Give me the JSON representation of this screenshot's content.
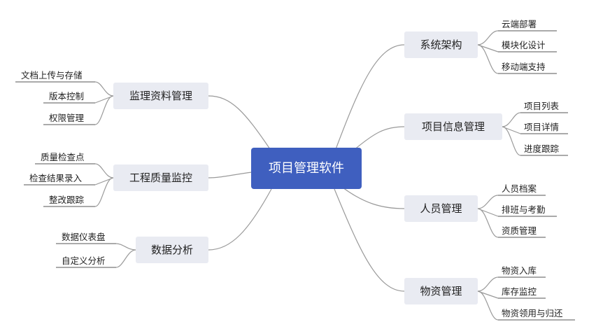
{
  "root": {
    "label": "项目管理软件"
  },
  "branches": {
    "b1": {
      "label": "系统架构",
      "children": [
        "云端部署",
        "模块化设计",
        "移动端支持"
      ]
    },
    "b2": {
      "label": "项目信息管理",
      "children": [
        "项目列表",
        "项目详情",
        "进度跟踪"
      ]
    },
    "b3": {
      "label": "人员管理",
      "children": [
        "人员档案",
        "排班与考勤",
        "资质管理"
      ]
    },
    "b4": {
      "label": "物资管理",
      "children": [
        "物资入库",
        "库存监控",
        "物资领用与归还"
      ]
    },
    "b5": {
      "label": "监理资料管理",
      "children": [
        "文档上传与存储",
        "版本控制",
        "权限管理"
      ]
    },
    "b6": {
      "label": "工程质量监控",
      "children": [
        "质量检查点",
        "检查结果录入",
        "整改跟踪"
      ]
    },
    "b7": {
      "label": "数据分析",
      "children": [
        "数据仪表盘",
        "自定义分析"
      ]
    }
  },
  "colors": {
    "root_fill": "#3f5fbf",
    "branch_fill": "#e9ebf2",
    "connector": "#9a9a9a",
    "leaf_underline": "#555555"
  }
}
